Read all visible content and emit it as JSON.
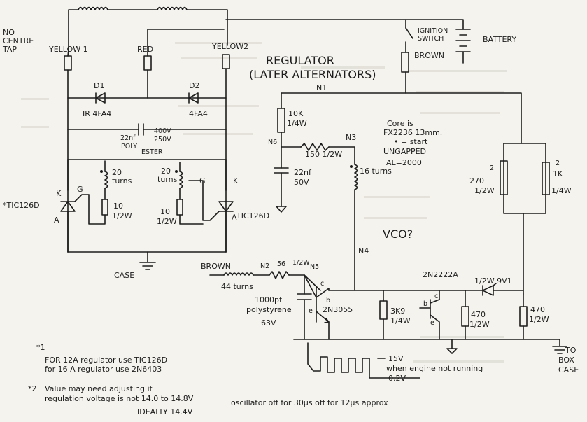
{
  "labels": {
    "no_centre_tap_1": "NO",
    "no_centre_tap_2": "CENTRE",
    "no_centre_tap_3": "TAP",
    "yellow1": "YELLOW 1",
    "red": "RED",
    "yellow2": "YELLOW2",
    "ignition1": "IGNITION",
    "ignition2": "SWITCH",
    "battery": "BATTERY",
    "brown_top": "BROWN",
    "title1": "REGULATOR",
    "title2": "(LATER ALTERNATORS)",
    "d1": "D1",
    "d1_type": "IR 4FA4",
    "d2": "D2",
    "d2_type": "4FA4",
    "n1": "N1",
    "cap1_a": "22nf",
    "cap1_b": "POLY",
    "cap1_c": "ESTER",
    "cap1_v1": "400V",
    "cap1_v2": "250V",
    "r10k_a": "10K",
    "r10k_b": "1/4W",
    "n6": "N6",
    "r150": "150 1/2W",
    "n3": "N3",
    "cap2_a": "22nf",
    "cap2_b": "50V",
    "l16": "16 turns",
    "core1": "Core is",
    "core2": "FX2236 13mm.",
    "core3": "• = start",
    "core4": "UNGAPPED",
    "core5": "AL=2000",
    "r270_a": "270",
    "r270_b": "1/2W",
    "r270_mark": "2",
    "r1k_a": "1K",
    "r1k_b": "1/4W",
    "r1k_mark": "2",
    "turns20_l_a": "20",
    "turns20_l_b": "turns",
    "turns20_r_a": "20",
    "turns20_r_b": "turns",
    "r10_l_a": "10",
    "r10_l_b": "1/2W",
    "r10_r_a": "10",
    "r10_r_b": "1/2W",
    "k_l": "K",
    "g_l": "G",
    "a_l": "A",
    "g_r": "G",
    "k_r": "K",
    "a_r": "A",
    "tic_left": "*TIC126D",
    "tic_right": "TIC126D",
    "vco": "VCO?",
    "n4": "N4",
    "case": "CASE",
    "brown_bottom": "BROWN",
    "n2": "N2",
    "r56": "56",
    "r56_w": "1/2W",
    "n5": "N5",
    "turns44": "44 turns",
    "cap3_a": "1000pf",
    "cap3_b": "polystyrene",
    "cap3_c": "63V",
    "q1": "2N3055",
    "q1_c": "c",
    "q1_b": "b",
    "q1_e": "e",
    "r3k9_a": "3K9",
    "r3k9_b": "1/4W",
    "q2": "2N2222A",
    "q2_c": "c",
    "q2_b": "b",
    "q2_e": "e",
    "zener": "1/2W 9V1",
    "r470a_a": "470",
    "r470a_b": "1/2W",
    "r470b_a": "470",
    "r470b_b": "1/2W",
    "to_box1": "TO",
    "to_box2": "BOX",
    "to_box3": "CASE",
    "wave_hi": "15V",
    "wave_lo": "0.2V",
    "wave_note": "when engine not running",
    "osc_note": "oscillator off for 30µs  off for 12µs approx",
    "note1_mark": "*1",
    "note1_l1": "FOR   12A  regulator   use  TIC126D",
    "note1_l2": "for    16 A  regulator   use  2N6403",
    "note2_mark": "*2",
    "note2_l1": "Value  may need  adjusting  if",
    "note2_l2": "regulation  voltage  is   not   14.0  to  14.8V",
    "note2_l3": "IDEALLY  14.4V"
  }
}
